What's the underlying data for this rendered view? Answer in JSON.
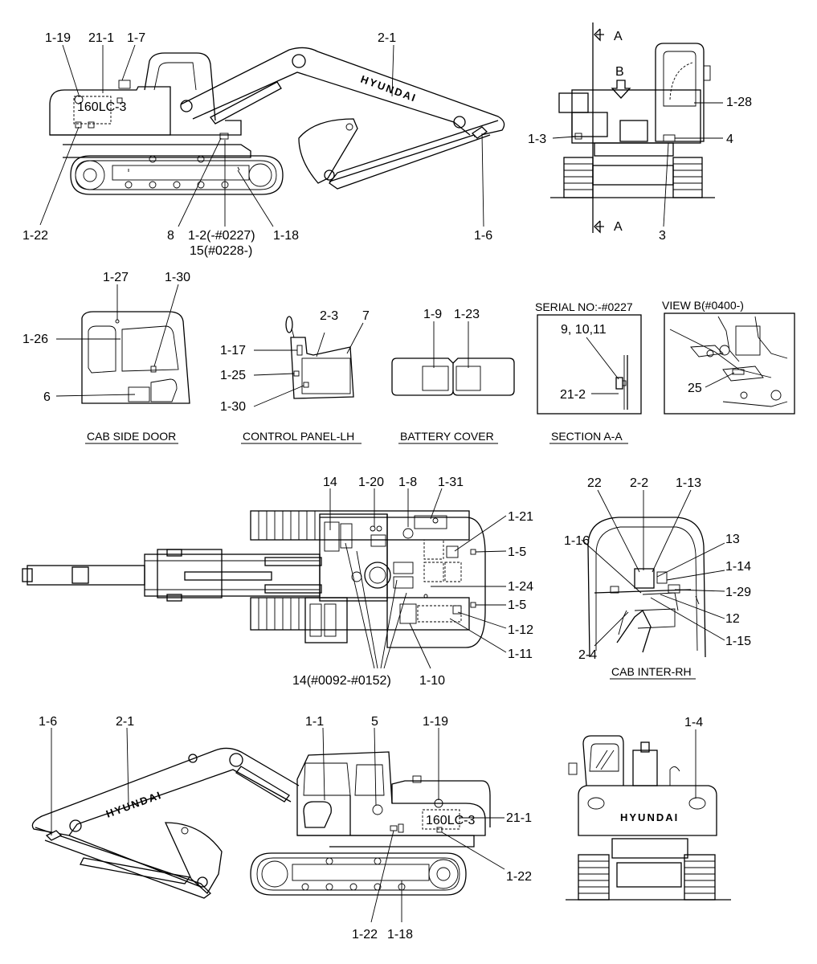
{
  "labels": {
    "l_1_19a": "1-19",
    "l_21_1a": "21-1",
    "l_1_7": "1-7",
    "l_2_1a": "2-1",
    "l_1_22a": "1-22",
    "l_8": "8",
    "l_1_2": "1-2(-#0227)",
    "l_15": "15(#0228-)",
    "l_1_18a": "1-18",
    "l_1_6a": "1-6",
    "l_A_top": "A",
    "l_B": "B",
    "l_1_28": "1-28",
    "l_1_3": "1-3",
    "l_4": "4",
    "l_3": "3",
    "l_A_bot": "A",
    "l_1_27": "1-27",
    "l_1_30a": "1-30",
    "l_1_26": "1-26",
    "l_6": "6",
    "l_2_3": "2-3",
    "l_7": "7",
    "l_1_17": "1-17",
    "l_1_25": "1-25",
    "l_1_30b": "1-30",
    "l_1_9": "1-9",
    "l_1_23": "1-23",
    "l_serial": "SERIAL NO:-#0227",
    "l_9_10_11": "9, 10,11",
    "l_21_2": "21-2",
    "l_viewb": "VIEW  B(#0400-)",
    "l_25": "25",
    "l_14a": "14",
    "l_1_20": "1-20",
    "l_1_8": "1-8",
    "l_1_31": "1-31",
    "l_1_21": "1-21",
    "l_1_5a": "1-5",
    "l_1_24": "1-24",
    "l_1_5b": "1-5",
    "l_1_12": "1-12",
    "l_1_11": "1-11",
    "l_14b": "14(#0092-#0152)",
    "l_1_10": "1-10",
    "l_22": "22",
    "l_2_2": "2-2",
    "l_1_13": "1-13",
    "l_1_16": "1-16",
    "l_13": "13",
    "l_1_14": "1-14",
    "l_1_29": "1-29",
    "l_12": "12",
    "l_1_15": "1-15",
    "l_2_4": "2-4",
    "l_1_6b": "1-6",
    "l_2_1b": "2-1",
    "l_1_1": "1-1",
    "l_5": "5",
    "l_1_19b": "1-19",
    "l_21_1b": "21-1",
    "l_1_22b": "1-22",
    "l_1_22c": "1-22",
    "l_1_18b": "1-18",
    "l_1_4": "1-4"
  },
  "captions": {
    "cab_side_door": "CAB SIDE DOOR",
    "control_panel": "CONTROL PANEL-LH",
    "battery_cover": "BATTERY COVER",
    "section_aa": "SECTION A-A",
    "cab_inter": "CAB INTER-RH"
  },
  "decals": {
    "brand_boom": "HYUNDAI",
    "brand_rear": "HYUNDAI",
    "model_top": "160LC-3",
    "model_bottom": "160LC-3"
  }
}
